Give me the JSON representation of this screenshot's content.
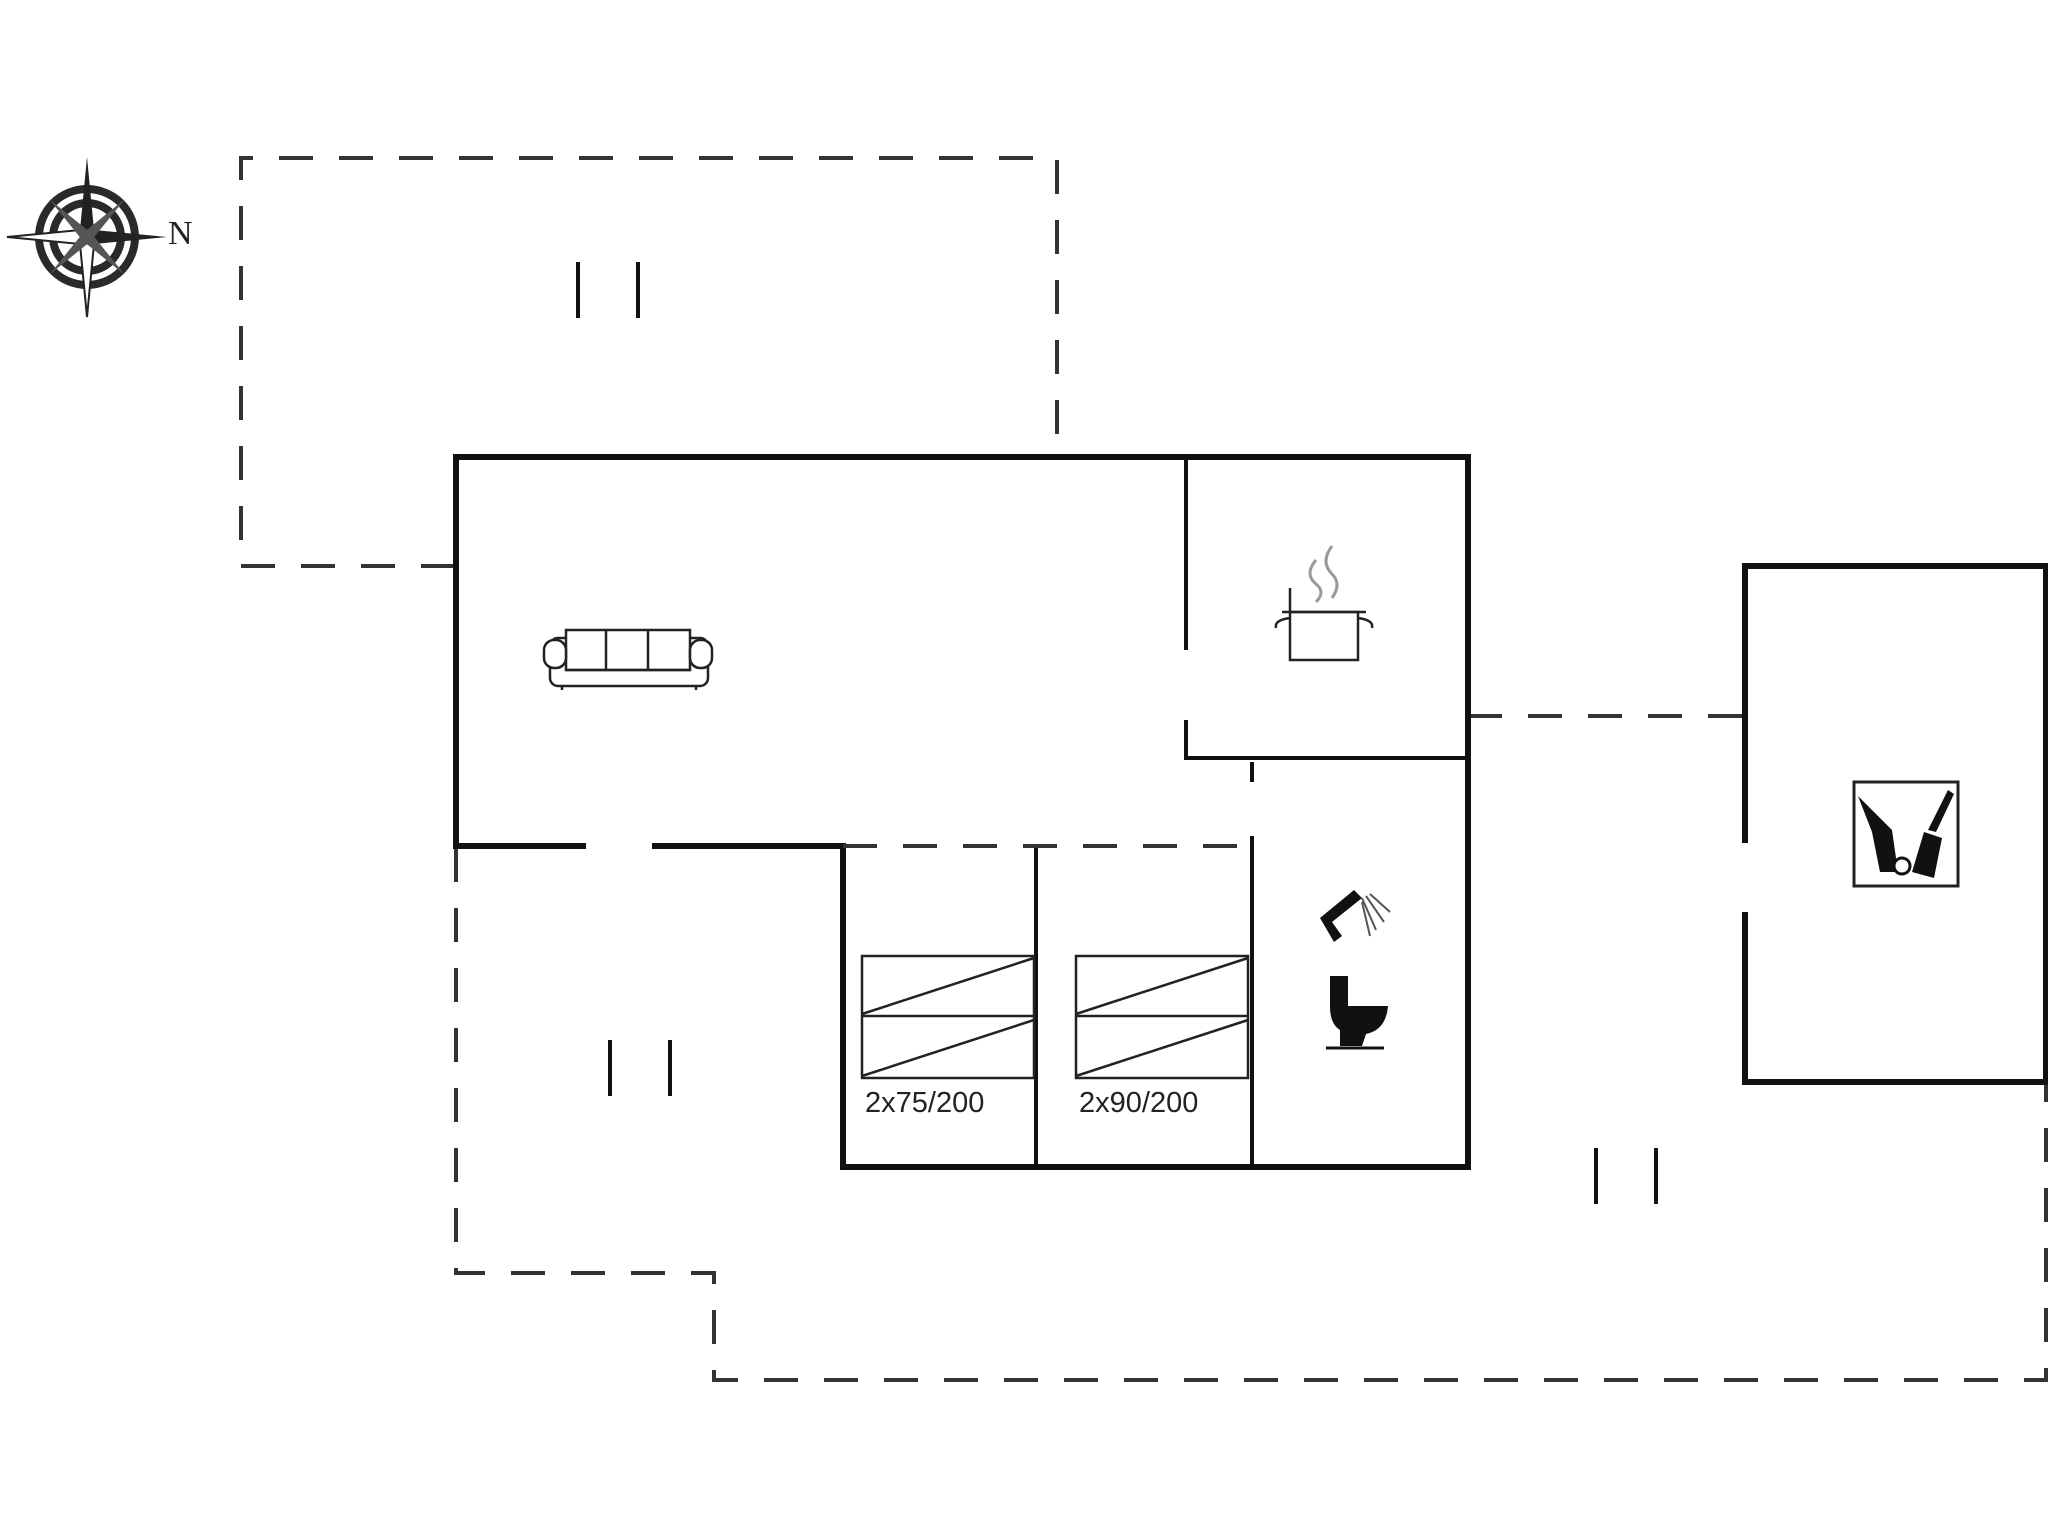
{
  "compass": {
    "north_label": "N",
    "icon": "compass-rose-icon"
  },
  "rooms": [
    {
      "id": "living-room",
      "icon": "sofa-icon"
    },
    {
      "id": "kitchen",
      "icon": "cooking-pot-icon"
    },
    {
      "id": "bedroom-1",
      "icon": "twin-bed-icon",
      "bed_label": "2x75/200"
    },
    {
      "id": "bedroom-2",
      "icon": "twin-bed-icon",
      "bed_label": "2x90/200"
    },
    {
      "id": "bathroom",
      "icon": "shower-toilet-icon"
    },
    {
      "id": "utility-room",
      "icon": "washing-machine-broom-icon"
    }
  ],
  "terraces": [
    {
      "id": "terrace-north",
      "icon": "terrace-marker-icon"
    },
    {
      "id": "terrace-south",
      "icon": "terrace-marker-icon"
    },
    {
      "id": "terrace-east",
      "icon": "terrace-marker-icon"
    }
  ]
}
